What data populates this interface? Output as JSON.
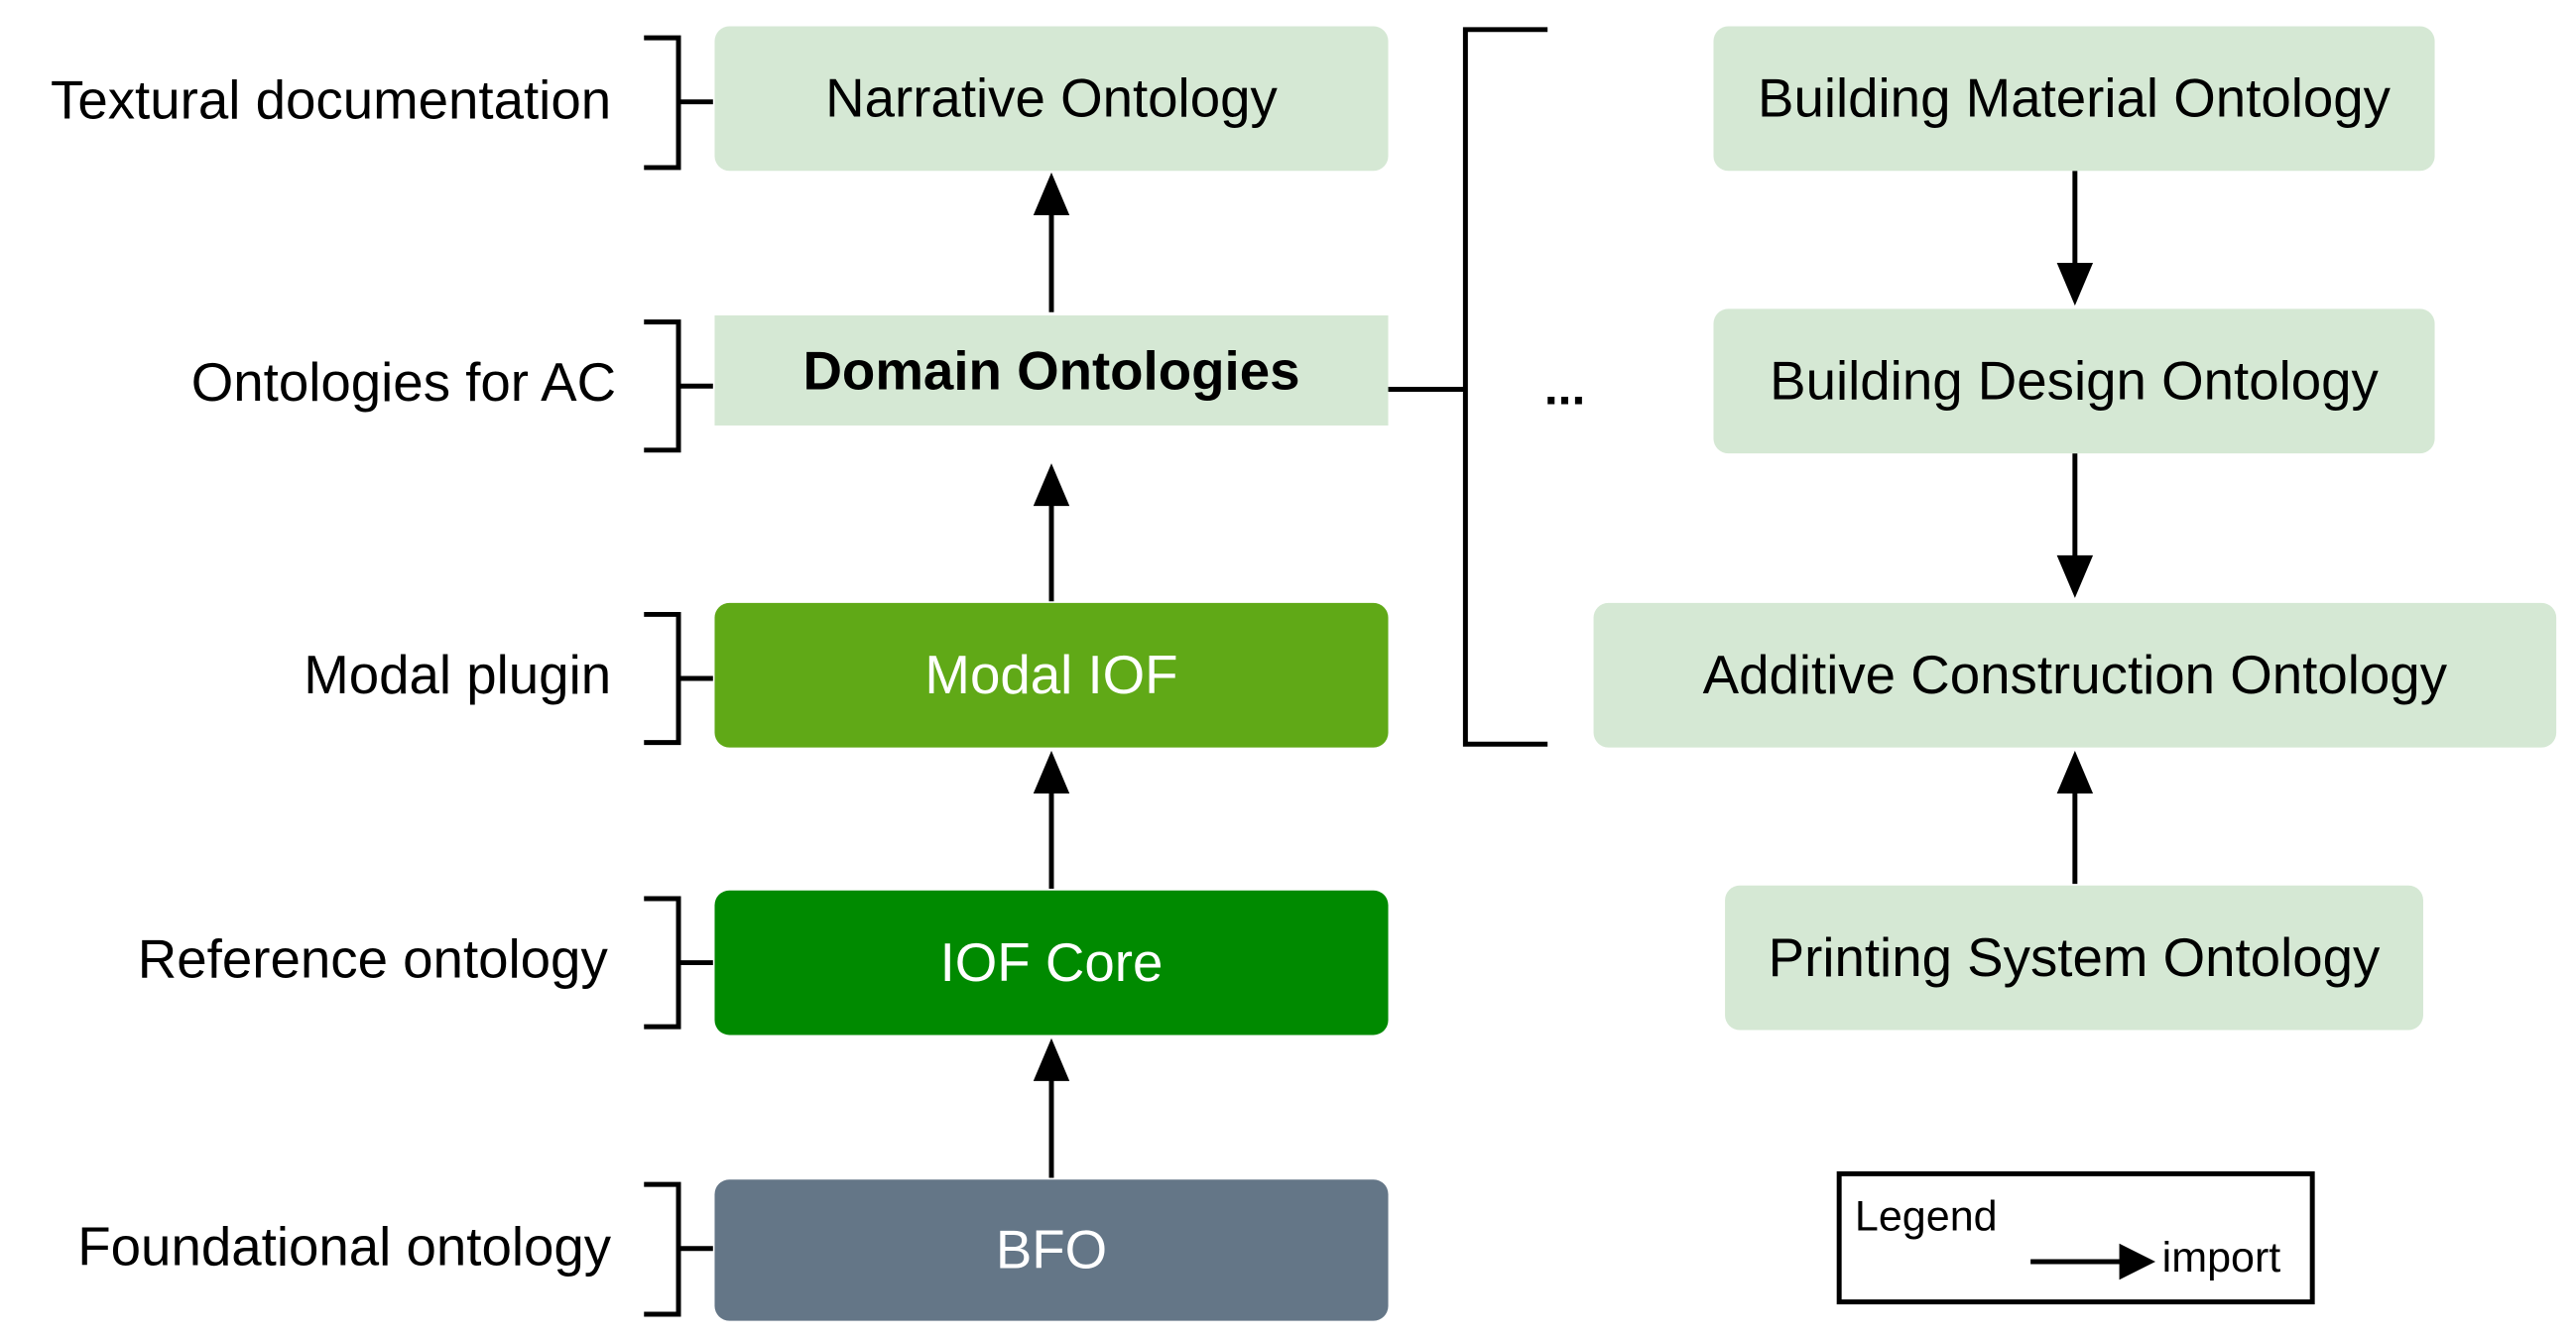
{
  "layers": {
    "textural": "Textural documentation",
    "ac": "Ontologies for AC",
    "modal": "Modal plugin",
    "reference": "Reference ontology",
    "foundational": "Foundational ontology"
  },
  "stack": {
    "narrative": "Narrative Ontology",
    "domain": "Domain Ontologies",
    "modal_iof": "Modal IOF",
    "iof_core": "IOF Core",
    "bfo": "BFO"
  },
  "domain_group": {
    "ellipsis": "...",
    "building_material": "Building Material Ontology",
    "building_design": "Building Design Ontology",
    "additive_construction": "Additive Construction Ontology",
    "printing_system": "Printing System Ontology"
  },
  "legend": {
    "title": "Legend",
    "import_label": "import"
  },
  "colors": {
    "light_green": "#d5e8d4",
    "modal_green": "#60a917",
    "core_green": "#008a00",
    "bfo_gray": "#647687"
  }
}
